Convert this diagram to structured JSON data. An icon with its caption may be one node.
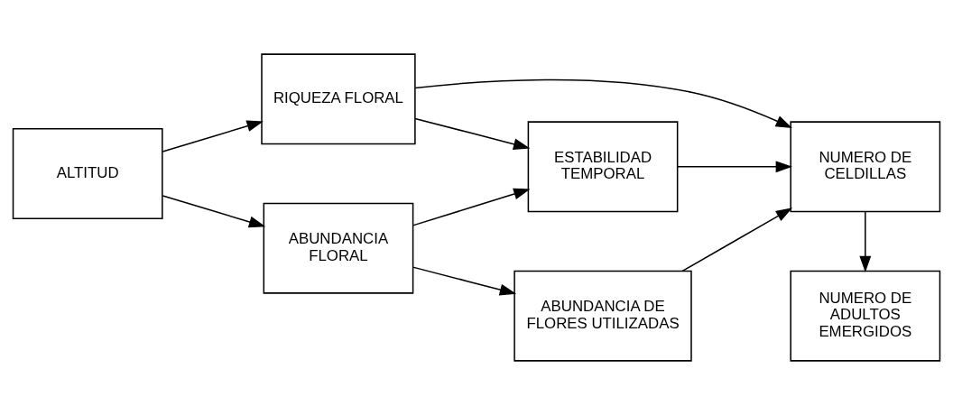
{
  "diagram": {
    "nodes": [
      {
        "text": [
          "ALTITUD"
        ]
      },
      {
        "text": [
          "RIQUEZA FLORAL"
        ]
      },
      {
        "text": [
          "ABUNDANCIA FLORAL"
        ]
      },
      {
        "text": [
          "ESTABILIDAD TEMPORAL"
        ]
      },
      {
        "text": [
          "ABUNDANCIA DE FLORES UTILIZADAS"
        ]
      },
      {
        "text": [
          "NUMERO DE CELDILLAS"
        ]
      },
      {
        "text": [
          "NUMERO DE ADULTOS EMERGIDOS"
        ]
      }
    ],
    "edges": [
      {
        "from": 0,
        "to": 1,
        "arrow": "to"
      },
      {
        "from": 0,
        "to": 2,
        "arrow": "to"
      },
      {
        "from": 1,
        "to": 5,
        "arrow": "to"
      },
      {
        "from": 1,
        "to": 3,
        "arrow": "to"
      },
      {
        "from": 2,
        "to": 3,
        "arrow": "to"
      },
      {
        "from": 2,
        "to": 4,
        "arrow": "to"
      },
      {
        "from": 3,
        "to": 5,
        "arrow": "to"
      },
      {
        "from": 4,
        "to": 5,
        "arrow": "to"
      },
      {
        "from": 5,
        "to": 6,
        "arrow": "to"
      }
    ]
  }
}
